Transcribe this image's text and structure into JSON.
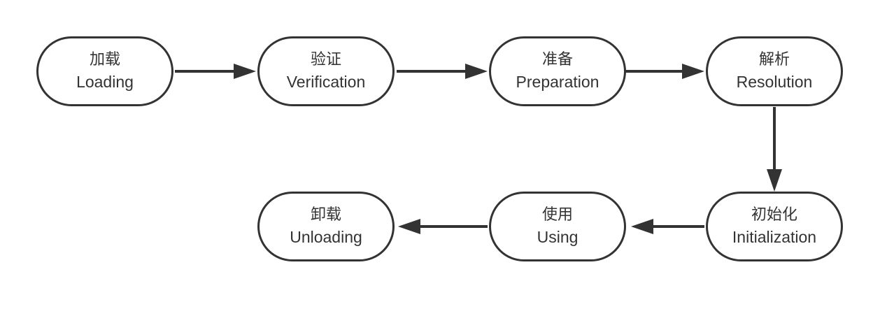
{
  "nodes": {
    "loading": {
      "zh": "加载",
      "en": "Loading"
    },
    "verification": {
      "zh": "验证",
      "en": "Verification"
    },
    "preparation": {
      "zh": "准备",
      "en": "Preparation"
    },
    "resolution": {
      "zh": "解析",
      "en": "Resolution"
    },
    "initialization": {
      "zh": "初始化",
      "en": "Initialization"
    },
    "using": {
      "zh": "使用",
      "en": "Using"
    },
    "unloading": {
      "zh": "卸载",
      "en": "Unloading"
    }
  },
  "edges": [
    {
      "from": "loading",
      "to": "verification"
    },
    {
      "from": "verification",
      "to": "preparation"
    },
    {
      "from": "preparation",
      "to": "resolution"
    },
    {
      "from": "resolution",
      "to": "initialization"
    },
    {
      "from": "initialization",
      "to": "using"
    },
    {
      "from": "using",
      "to": "unloading"
    }
  ],
  "colors": {
    "stroke": "#333333",
    "text": "#333333",
    "background": "#ffffff"
  }
}
